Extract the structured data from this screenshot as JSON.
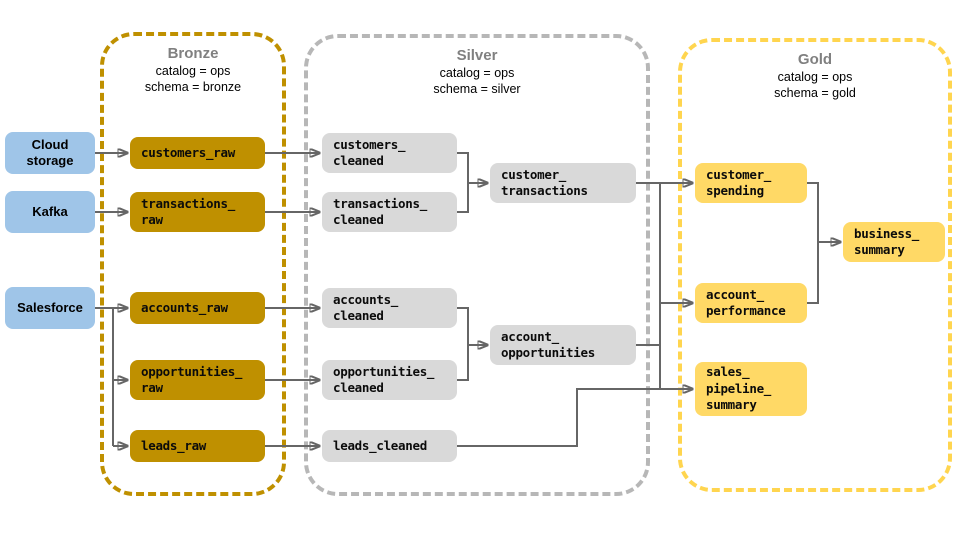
{
  "zones": {
    "bronze": {
      "title": "Bronze",
      "catalog_line": "catalog = ops",
      "schema_line": "schema = bronze"
    },
    "silver": {
      "title": "Silver",
      "catalog_line": "catalog = ops",
      "schema_line": "schema = silver"
    },
    "gold": {
      "title": "Gold",
      "catalog_line": "catalog = ops",
      "schema_line": "schema = gold"
    }
  },
  "sources": {
    "cloud_storage": "Cloud\nstorage",
    "kafka": "Kafka",
    "salesforce": "Salesforce"
  },
  "tables": {
    "bronze": {
      "customers_raw": "customers_raw",
      "transactions_raw": "transactions_\nraw",
      "accounts_raw": "accounts_raw",
      "opportunities_raw": "opportunities_\nraw",
      "leads_raw": "leads_raw"
    },
    "silver": {
      "customers_cleaned": "customers_\ncleaned",
      "transactions_cleaned": "transactions_\ncleaned",
      "customer_transactions": "customer_\ntransactions",
      "accounts_cleaned": "accounts_\ncleaned",
      "opportunities_cleaned": "opportunities_\ncleaned",
      "account_opportunities": "account_\nopportunities",
      "leads_cleaned": "leads_cleaned"
    },
    "gold": {
      "customer_spending": "customer_\nspending",
      "account_performance": "account_\nperformance",
      "business_summary": "business_\nsummary",
      "sales_pipeline_summary": "sales_\npipeline_\nsummary"
    }
  },
  "edges": [
    {
      "from": "cloud_storage",
      "to": "customers_raw"
    },
    {
      "from": "kafka",
      "to": "transactions_raw"
    },
    {
      "from": "salesforce",
      "to": "accounts_raw"
    },
    {
      "from": "salesforce",
      "to": "opportunities_raw"
    },
    {
      "from": "salesforce",
      "to": "leads_raw"
    },
    {
      "from": "customers_raw",
      "to": "customers_cleaned"
    },
    {
      "from": "transactions_raw",
      "to": "transactions_cleaned"
    },
    {
      "from": "accounts_raw",
      "to": "accounts_cleaned"
    },
    {
      "from": "opportunities_raw",
      "to": "opportunities_cleaned"
    },
    {
      "from": "leads_raw",
      "to": "leads_cleaned"
    },
    {
      "from": "customers_cleaned",
      "to": "customer_transactions"
    },
    {
      "from": "transactions_cleaned",
      "to": "customer_transactions"
    },
    {
      "from": "accounts_cleaned",
      "to": "account_opportunities"
    },
    {
      "from": "opportunities_cleaned",
      "to": "account_opportunities"
    },
    {
      "from": "customer_transactions",
      "to": "customer_spending"
    },
    {
      "from": "account_opportunities",
      "to": "account_performance"
    },
    {
      "from": "leads_cleaned",
      "to": "sales_pipeline_summary"
    },
    {
      "from": "customer_spending",
      "to": "business_summary"
    },
    {
      "from": "account_performance",
      "to": "business_summary"
    }
  ],
  "colors": {
    "bronze_node": "#BF9000",
    "bronze_border": "#BF9000",
    "silver_node": "#D9D9D9",
    "silver_border": "#B7B7B7",
    "gold_node": "#FFD966",
    "gold_border": "#FFD54F",
    "source_node": "#9FC5E8",
    "edge": "#666666",
    "zone_title_text": "#808080"
  }
}
